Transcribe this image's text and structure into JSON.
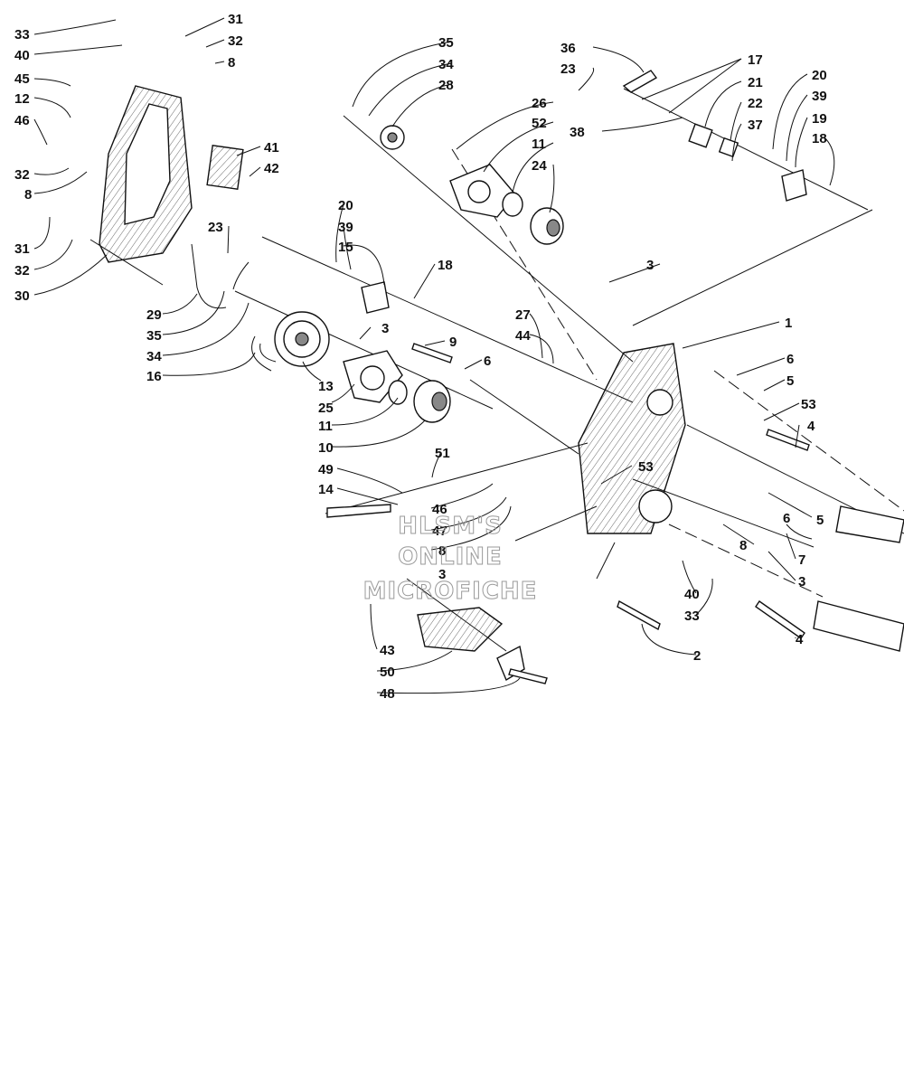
{
  "watermark": {
    "line1": "HLSM'S",
    "line2": "ONLINE",
    "line3": "MICROFICHE"
  },
  "callouts": [
    "1",
    "2",
    "3",
    "4",
    "5",
    "6",
    "7",
    "8",
    "9",
    "10",
    "11",
    "12",
    "13",
    "14",
    "15",
    "16",
    "17",
    "18",
    "19",
    "20",
    "21",
    "22",
    "23",
    "24",
    "25",
    "26",
    "27",
    "28",
    "29",
    "30",
    "31",
    "32",
    "33",
    "34",
    "35",
    "36",
    "37",
    "38",
    "39",
    "40",
    "41",
    "42",
    "43",
    "44",
    "45",
    "46",
    "47",
    "48",
    "49",
    "50",
    "51",
    "52",
    "53"
  ]
}
